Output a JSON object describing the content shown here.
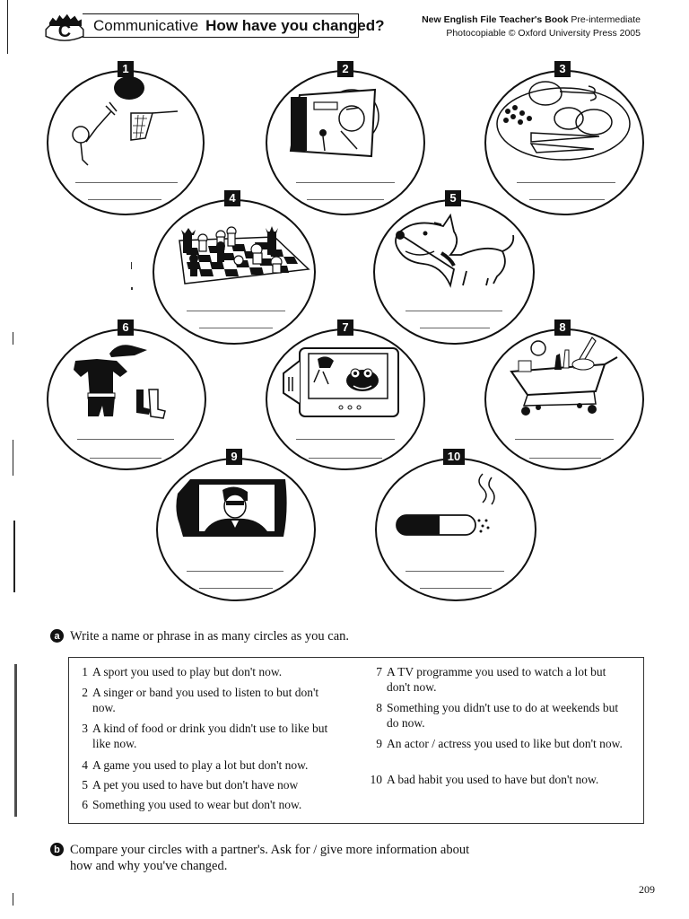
{
  "header": {
    "section_letter": "C",
    "section_label": "Communicative",
    "title": "How have you changed?",
    "publisher_line1_bold": "New English File Teacher's Book",
    "publisher_line1_rest": " Pre-intermediate",
    "publisher_line2": "Photocopiable © Oxford University Press 2005"
  },
  "circles": [
    {
      "number": "1",
      "picture": "sport-tennis-icon"
    },
    {
      "number": "2",
      "picture": "singer-record-icon"
    },
    {
      "number": "3",
      "picture": "food-plate-icon"
    },
    {
      "number": "4",
      "picture": "chess-board-icon"
    },
    {
      "number": "5",
      "picture": "dog-icon"
    },
    {
      "number": "6",
      "picture": "clothes-icon"
    },
    {
      "number": "7",
      "picture": "tv-frog-icon"
    },
    {
      "number": "8",
      "picture": "shopping-trolley-icon"
    },
    {
      "number": "9",
      "picture": "tv-actor-icon"
    },
    {
      "number": "10",
      "picture": "cigarette-icon"
    }
  ],
  "task_a": {
    "badge": "a",
    "text": "Write a name or phrase in as many circles as you can."
  },
  "items": [
    {
      "n": "1",
      "text": "A sport you used to play but don't now."
    },
    {
      "n": "2",
      "text": "A singer or band you used to listen to but don't now."
    },
    {
      "n": "3",
      "text": "A kind of food or drink you didn't use to like but like now."
    },
    {
      "n": "4",
      "text": "A game you used to play a lot but don't now."
    },
    {
      "n": "5",
      "text": "A pet you used to have but don't have now"
    },
    {
      "n": "6",
      "text": "Something you used to wear but don't now."
    },
    {
      "n": "7",
      "text": "A TV programme you used to watch a lot but don't now."
    },
    {
      "n": "8",
      "text": "Something you didn't use to do at weekends but do now."
    },
    {
      "n": "9",
      "text": "An actor / actress you used to like but don't now."
    },
    {
      "n": "10",
      "text": "A bad habit you used to have but don't now."
    }
  ],
  "task_b": {
    "badge": "b",
    "text": "Compare your circles with a partner's. Ask for / give more information about how and why you've changed."
  },
  "page_number": "209"
}
